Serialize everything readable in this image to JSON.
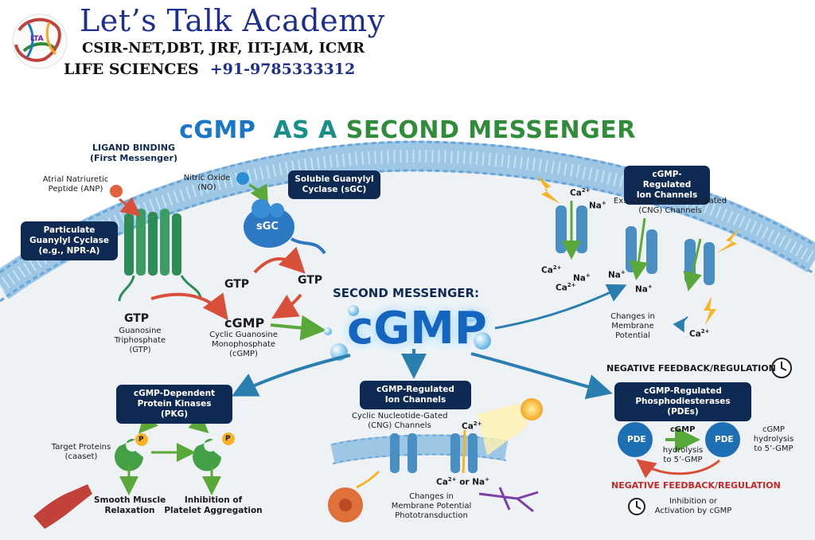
{
  "header": {
    "brand": "Let’s Talk Academy",
    "exams": "CSIR-NET,DBT, JRF, IIT-JAM, ICMR",
    "subject": "LIFE SCIENCES",
    "phone": "+91-9785333312",
    "logo_text": "LTA"
  },
  "title": {
    "part1": "cGMP",
    "part2": "AS A",
    "part3": "SECOND MESSENGER"
  },
  "ligand": {
    "heading1": "LIGAND BINDING",
    "heading2": "(First Messenger)",
    "anp1": "Atrial Natriuretic",
    "anp2": "Peptide (ANP)",
    "no1": "Nitric Oxide",
    "no2": "(NO)"
  },
  "boxes": {
    "pgc": [
      "Particulate",
      "Guanylyl Cyclase",
      "(e.g., NPR-A)"
    ],
    "sgc": [
      "Soluble Guanylyl",
      "Cyclase (sGC)"
    ],
    "ion_top": [
      "cGMP-Regulated",
      "Ion Channels"
    ],
    "pkg": [
      "cGMP-Dependent",
      "Protein Kinases (PKG)"
    ],
    "ion_bottom": [
      "cGMP-Regulated",
      "Ion Channels"
    ],
    "pde": [
      "cGMP-Regulated",
      "Phosphodiesterases (PDEs)"
    ]
  },
  "sgc_label": "sGC",
  "synthesis": {
    "gtp_a": "GTP",
    "gtp_b": "GTP",
    "gtp_left": "GTP",
    "gtp_desc": [
      "Guanosine",
      "Triphosphate",
      "(GTP)"
    ],
    "cgmp": "cGMP",
    "cgmp_desc": [
      "Cyclic Guanosine",
      "Monophosphate",
      "(cGMP)"
    ]
  },
  "second_messenger": {
    "label": "SECOND MESSENGER:",
    "name": "cGMP"
  },
  "ion_top": {
    "sub": [
      "Ex., Cyclic Nucleotide-Gated",
      "(CNG) Channels"
    ],
    "ca_a": "Ca",
    "na_a": "Na",
    "ca_b": "Ca",
    "na_b": "Na",
    "ca_c": "Ca",
    "na_c": "Na",
    "na_d": "Na",
    "ca_d": "Ca",
    "sup_ca": "2+",
    "sup_na": "+",
    "changes": [
      "Changes in",
      "Membrane",
      "Potential"
    ]
  },
  "pkg": {
    "target": [
      "Target Proteins",
      "(caaset)"
    ],
    "p": "P",
    "smooth": [
      "Smooth Muscle",
      "Relaxation"
    ],
    "platelet": [
      "Inhibition of",
      "Platelet Aggregation"
    ]
  },
  "ion_bottom": {
    "sub": [
      "Cyclic Nucleotide-Gated",
      "(CNG) Channels"
    ],
    "ca": "Ca",
    "ca_or_na": "or Na",
    "sup_ca": "2+",
    "sup_na": "+",
    "changes": [
      "Changes in",
      "Membrane Potential",
      "Phototransduction"
    ]
  },
  "pde": {
    "neg_top": "NEGATIVE FEEDBACK/REGULATION",
    "pde_label": "PDE",
    "cgmp": "cGMP",
    "hydro_mid": [
      "hydrolysis",
      "to 5’-GMP"
    ],
    "hydro_right": [
      "cGMP",
      "hydrolysis",
      "to 5’-GMP"
    ],
    "neg_bottom": "NEGATIVE FEEDBACK/REGULATION",
    "inhib": [
      "Inhibition or",
      "Activation by cGMP"
    ]
  },
  "colors": {
    "navy": "#0f2a52",
    "title_blue": "#1976c9",
    "title_teal": "#178f8a",
    "title_green": "#2f8d3a",
    "arrow_red": "#d9503a",
    "arrow_green": "#5aa83a",
    "arrow_blue": "#2a7fb0",
    "neg_red": "#c62828"
  }
}
